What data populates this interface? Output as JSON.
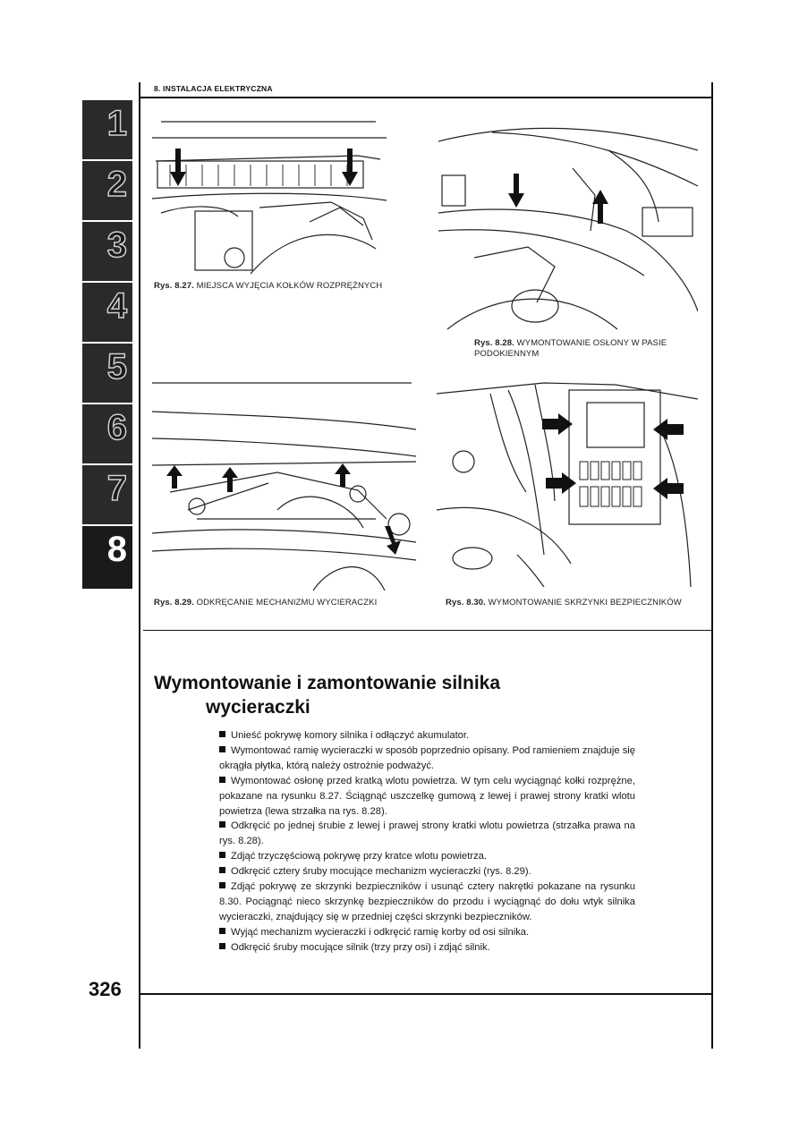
{
  "header": {
    "chapter_title": "8. INSTALACJA ELEKTRYCZNA"
  },
  "chapter_tabs": [
    "1",
    "2",
    "3",
    "4",
    "5",
    "6",
    "7",
    "8"
  ],
  "active_chapter": "8",
  "figures": [
    {
      "id": "8.27",
      "label": "Rys. 8.27.",
      "caption": "MIEJSCA WYJĘCIA KOŁKÓW ROZPRĘŻNYCH"
    },
    {
      "id": "8.28",
      "label": "Rys. 8.28.",
      "caption": "WYMONTOWANIE OSŁONY W PASIE",
      "caption_line2": "PODOKIENNYM"
    },
    {
      "id": "8.29",
      "label": "Rys. 8.29.",
      "caption": "ODKRĘCANIE MECHANIZMU WYCIERACZKI"
    },
    {
      "id": "8.30",
      "label": "Rys. 8.30.",
      "caption": "WYMONTOWANIE SKRZYNKI BEZPIECZNIKÓW"
    }
  ],
  "section": {
    "title_line1": "Wymontowanie i zamontowanie silnika",
    "title_line2": "wycieraczki"
  },
  "steps": [
    "Unieść pokrywę komory silnika i odłączyć akumulator.",
    "Wymontować ramię wycieraczki w sposób poprzednio opisany. Pod ramieniem znajduje się okrągła płytka, którą należy ostrożnie podważyć.",
    "Wymontować osłonę przed kratką wlotu powietrza. W tym celu wyciągnąć kołki rozprężne, pokazane na rysunku 8.27. Ściągnąć uszczelkę gumową z lewej i prawej strony kratki wlotu powietrza (lewa strzałka na rys. 8.28).",
    "Odkręcić po jednej śrubie z lewej i prawej strony kratki wlotu powietrza (strzałka prawa na rys. 8.28).",
    "Zdjąć trzyczęściową pokrywę przy kratce wlotu powietrza.",
    "Odkręcić cztery śruby mocujące mechanizm wycieraczki (rys. 8.29).",
    "Zdjąć pokrywę ze skrzynki bezpieczników i usunąć cztery nakrętki pokazane na rysunku 8.30. Pociągnąć nieco skrzynkę bezpieczników do przodu i wyciągnąć do dołu wtyk silnika wycieraczki, znajdujący się w przedniej części skrzynki bezpieczników.",
    "Wyjąć mechanizm wycieraczki i odkręcić ramię korby od osi silnika.",
    "Odkręcić śruby mocujące silnik (trzy przy osi) i zdjąć silnik."
  ],
  "page_number": "326"
}
